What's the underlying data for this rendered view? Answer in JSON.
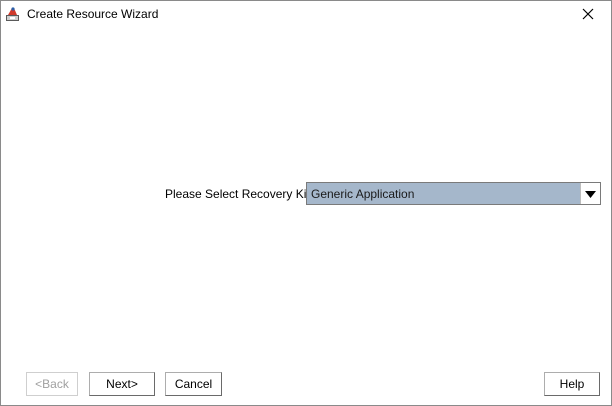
{
  "window": {
    "title": "Create Resource Wizard"
  },
  "icons": {
    "app": "wizard-app-icon",
    "close": "close-icon",
    "dropdown": "chevron-down-icon"
  },
  "form": {
    "recovery_kit_label": "Please Select Recovery Kit",
    "recovery_kit_value": "Generic Application"
  },
  "buttons": {
    "back": "<Back",
    "next": "Next>",
    "cancel": "Cancel",
    "help": "Help"
  },
  "colors": {
    "selected_field": "#a5b7cb",
    "disabled_text": "#a0a0a0"
  }
}
